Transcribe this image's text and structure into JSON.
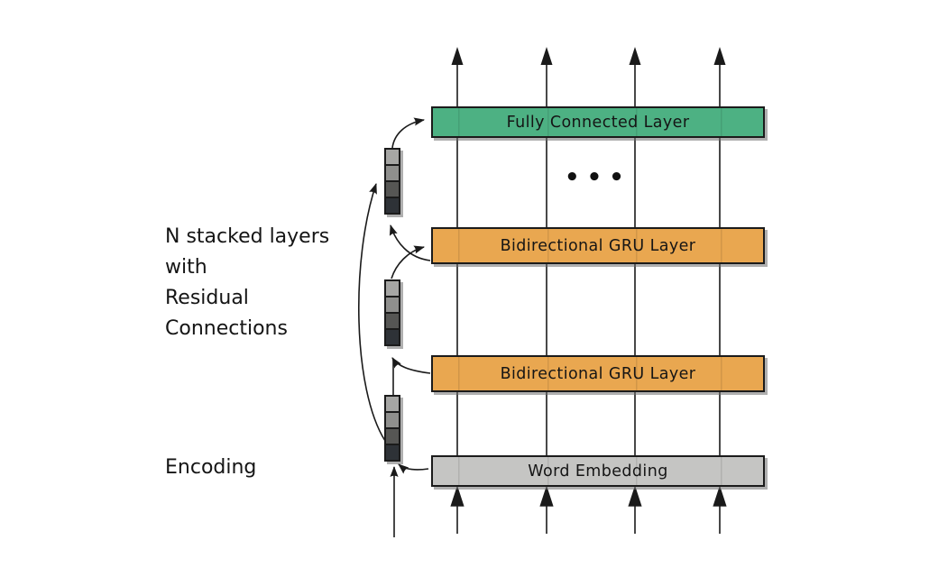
{
  "diagram": {
    "layers": {
      "fully_connected": {
        "label": "Fully Connected Layer",
        "color": "#4db183"
      },
      "gru_upper": {
        "label": "Bidirectional GRU Layer",
        "color": "#e9a750"
      },
      "gru_lower": {
        "label": "Bidirectional GRU Layer",
        "color": "#e9a750"
      },
      "word_embedding": {
        "label": "Word Embedding",
        "color": "#c5c5c3"
      }
    },
    "ellipsis": "•••",
    "side_note_lines": [
      "N stacked layers",
      "with",
      "Residual",
      "Connections"
    ],
    "encoding_label": "Encoding",
    "sequence_positions": 4,
    "vector_stack_colors": [
      "#a6a6a4",
      "#8f8f8d",
      "#565654",
      "#2e3237"
    ],
    "colors": {
      "background": "#ffffff",
      "line": "#1a1a1a",
      "box_border": "#1b1b1b",
      "text": "#151515",
      "green_layer": "#4db183",
      "orange_layer": "#e9a750",
      "gray_layer": "#c5c5c3"
    }
  }
}
